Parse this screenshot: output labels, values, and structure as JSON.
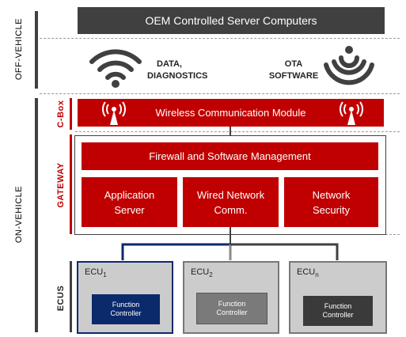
{
  "sections": {
    "off_vehicle": "OFF-VEHICLE",
    "on_vehicle": "ON-VEHICLE",
    "c_box": "C-Box",
    "gateway": "GATEWAY",
    "ecus": "ECUS"
  },
  "server": {
    "title": "OEM Controlled Server Computers"
  },
  "links": {
    "data_line1": "DATA,",
    "data_line2": "DIAGNOSTICS",
    "ota_line1": "OTA",
    "ota_line2": "SOFTWARE"
  },
  "wcm": {
    "title": "Wireless Communication Module"
  },
  "gateway": {
    "firewall": "Firewall and Software Management",
    "app_server_1": "Application",
    "app_server_2": "Server",
    "wired_1": "Wired Network",
    "wired_2": "Comm.",
    "netsec_1": "Network",
    "netsec_2": "Security"
  },
  "ecus": [
    {
      "label": "ECU",
      "sub": "1",
      "fc_1": "Function",
      "fc_2": "Controller",
      "color": "#0b2a6b"
    },
    {
      "label": "ECU",
      "sub": "2",
      "fc_1": "Function",
      "fc_2": "Controller",
      "color": "#7a7a7a"
    },
    {
      "label": "ECU",
      "sub": "n",
      "fc_1": "Function",
      "fc_2": "Controller",
      "color": "#3a3a3a"
    }
  ],
  "colors": {
    "red": "#c00000",
    "dark": "#404040",
    "navy": "#0b2a6b"
  }
}
